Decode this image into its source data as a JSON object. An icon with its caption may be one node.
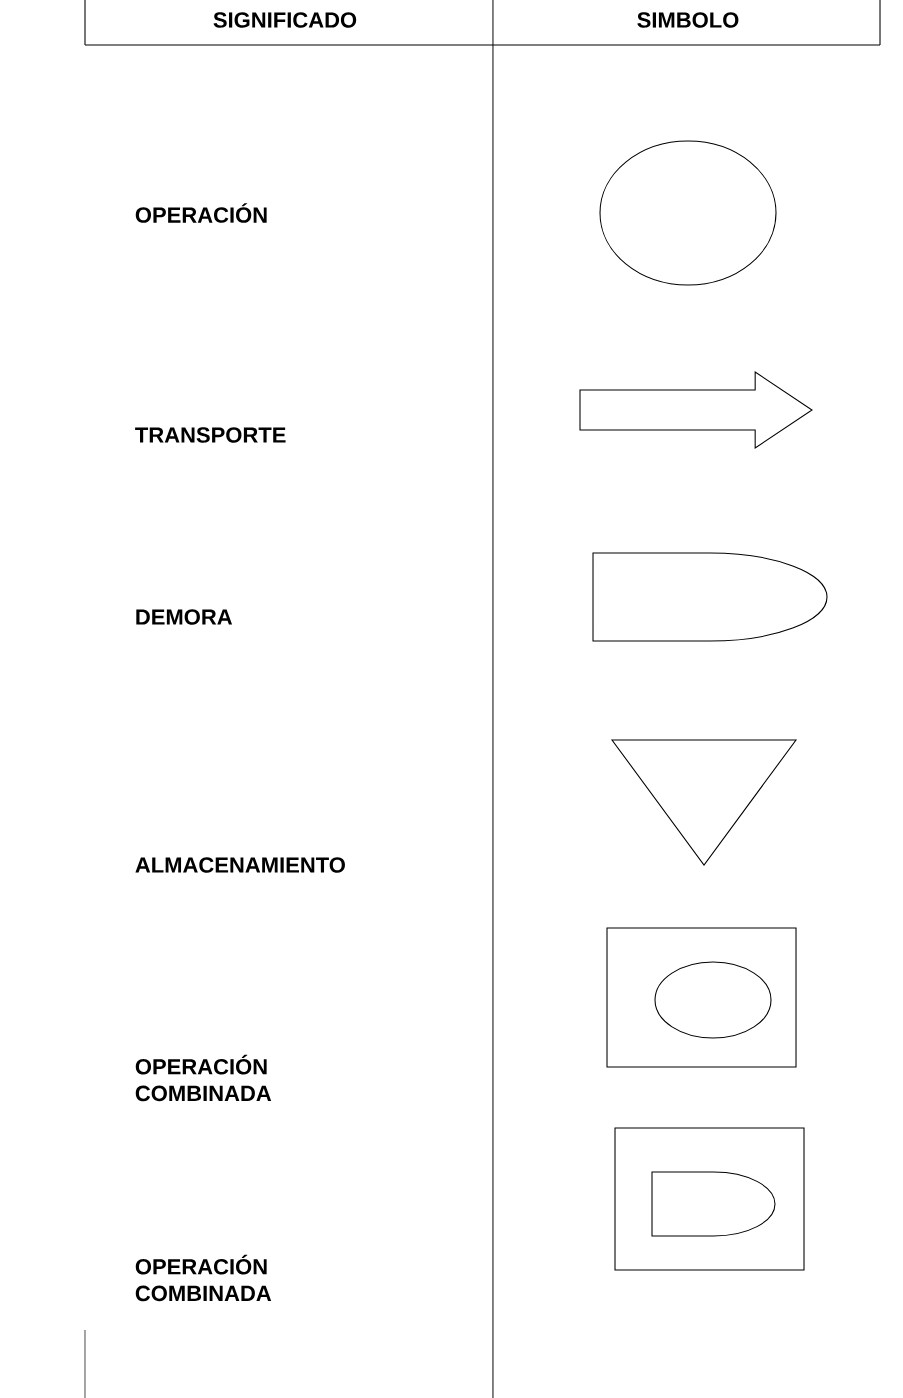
{
  "diagram": {
    "nodes": [
      {
        "text": [],
        "shape": "circle"
      },
      {
        "text": [],
        "shape": "arrow"
      },
      {
        "text": [],
        "shape": "delay"
      },
      {
        "text": [],
        "shape": "triangle"
      },
      {
        "text": [],
        "shape": "box"
      },
      {
        "text": [],
        "shape": "circle",
        "in": 4
      },
      {
        "text": [],
        "shape": "box"
      },
      {
        "text": [],
        "shape": "delay",
        "in": 6
      }
    ],
    "labels": [
      "SIGNIFICADO",
      "SIMBOLO",
      "OPERACIÓN",
      "TRANSPORTE",
      "DEMORA",
      "ALMACENAMIENTO",
      "OPERACIÓN COMBINADA",
      "OPERACIÓN COMBINADA"
    ]
  }
}
